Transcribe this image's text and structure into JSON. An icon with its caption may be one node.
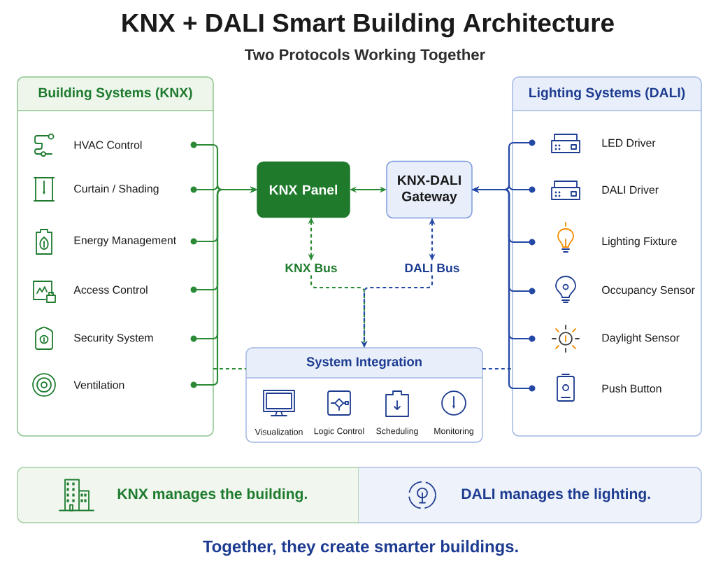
{
  "diagram": {
    "title": "KNX + DALI Smart Building Architecture",
    "caption": "Together, they create smarter buildings.",
    "nodes": [
      {
        "text": [
          "Building Systems (KNX)"
        ]
      },
      {
        "text": [
          "HVAC Control"
        ],
        "in": 0
      },
      {
        "text": [
          "Curtain / Shading"
        ],
        "in": 0
      },
      {
        "text": [
          "Energy Management"
        ],
        "in": 0
      },
      {
        "text": [
          "Access Control"
        ],
        "in": 0
      },
      {
        "text": [
          "Security System"
        ],
        "in": 0
      },
      {
        "text": [
          "Ventilation"
        ],
        "in": 0
      },
      {
        "text": [
          "KNX Panel"
        ]
      },
      {
        "text": [
          "KNX-DALI Gateway"
        ]
      },
      {
        "text": [
          "KNX Bus"
        ]
      },
      {
        "text": [
          "DALI Bus"
        ]
      },
      {
        "text": [
          "Lighting Systems (DALI)"
        ]
      },
      {
        "text": [
          "LED Driver"
        ],
        "in": 11
      },
      {
        "text": [
          "DALI Driver"
        ],
        "in": 11
      },
      {
        "text": [
          "Lighting Fixture"
        ],
        "in": 11
      },
      {
        "text": [
          "Occupancy Sensor"
        ],
        "in": 11
      },
      {
        "text": [
          "Daylight Sensor"
        ],
        "in": 11
      },
      {
        "text": [
          "Push Button"
        ],
        "in": 11
      },
      {
        "text": [
          "System Integration"
        ]
      },
      {
        "text": [
          "Visualization"
        ],
        "in": 18
      },
      {
        "text": [
          "Logic Control"
        ],
        "in": 18
      },
      {
        "text": [
          "Scheduling"
        ],
        "in": 18
      },
      {
        "text": [
          "Monitoring"
        ],
        "in": 18
      },
      {
        "text": [
          "KNX manages the building."
        ]
      },
      {
        "text": [
          "DALI manages the lighting."
        ]
      }
    ],
    "edges": [
      {
        "from": 1,
        "to": 7,
        "arrow": "to"
      },
      {
        "from": 2,
        "to": 7,
        "arrow": "to"
      },
      {
        "from": 3,
        "to": 7,
        "arrow": "to"
      },
      {
        "from": 4,
        "to": 7,
        "arrow": "to"
      },
      {
        "from": 5,
        "to": 7,
        "arrow": "to"
      },
      {
        "from": 6,
        "to": 7,
        "arrow": "to"
      },
      {
        "from": 7,
        "to": 8,
        "arrow": "both"
      },
      {
        "from": 12,
        "to": 8,
        "arrow": "to",
        "color": "#2348a5"
      },
      {
        "from": 13,
        "to": 8,
        "arrow": "to",
        "color": "#2348a5"
      },
      {
        "from": 14,
        "to": 8,
        "arrow": "to",
        "color": "#2348a5"
      },
      {
        "from": 15,
        "to": 8,
        "arrow": "to",
        "color": "#2348a5"
      },
      {
        "from": 16,
        "to": 8,
        "arrow": "to",
        "color": "#2348a5"
      },
      {
        "from": 17,
        "to": 8,
        "arrow": "to",
        "color": "#2348a5"
      },
      {
        "from": 7,
        "to": 9,
        "arrow": "both",
        "style": "dashed"
      },
      {
        "from": 8,
        "to": 10,
        "arrow": "both",
        "style": "dashed",
        "color": "#2348a5"
      },
      {
        "from": 9,
        "to": 18,
        "arrow": "to",
        "style": "dashed"
      },
      {
        "from": 10,
        "to": 18,
        "arrow": "to",
        "style": "dashed",
        "color": "#2348a5"
      },
      {
        "from": 0,
        "to": 18,
        "arrow": "none",
        "style": "dashed"
      },
      {
        "from": 18,
        "to": 11,
        "arrow": "none",
        "style": "dashed",
        "color": "#2348a5"
      }
    ],
    "labels": [
      "Two Protocols Working Together"
    ]
  }
}
